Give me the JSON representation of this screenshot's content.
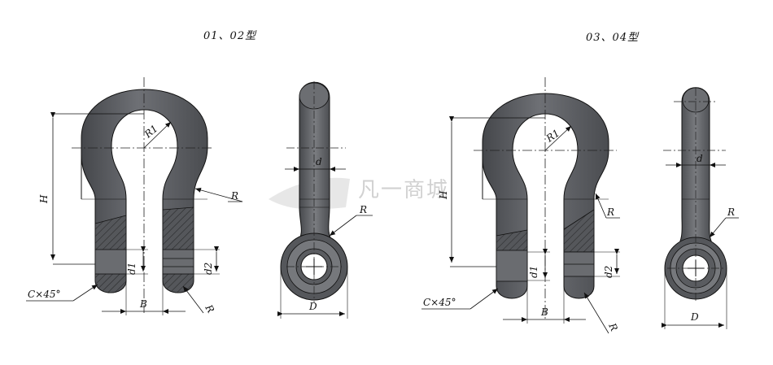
{
  "titles": {
    "left": "01、02型",
    "right": "03、04型"
  },
  "labels": {
    "H": "H",
    "R1": "R1",
    "R": "R",
    "d": "d",
    "d1": "d1",
    "d2": "d2",
    "B": "B",
    "D": "D",
    "chamfer": "C×45°"
  },
  "watermark": "凡一商城",
  "colors": {
    "body": "#5f6166",
    "body_light": "#8c8e92",
    "line": "#111111",
    "center_line": "#222222"
  }
}
